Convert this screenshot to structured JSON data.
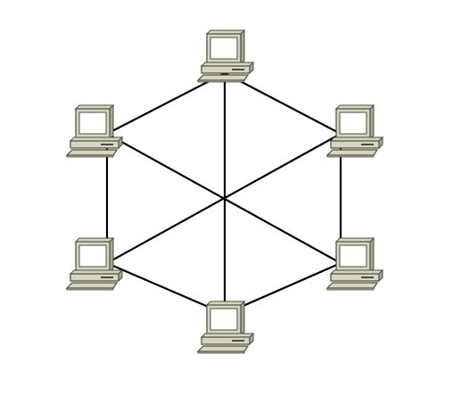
{
  "diagram": {
    "topology": "mesh",
    "node_icon": "desktop-computer-icon",
    "node_count": 6,
    "nodes": [
      {
        "id": "top"
      },
      {
        "id": "upper-right"
      },
      {
        "id": "lower-right"
      },
      {
        "id": "bottom"
      },
      {
        "id": "lower-left"
      },
      {
        "id": "upper-left"
      }
    ],
    "edges": [
      [
        "top",
        "upper-right"
      ],
      [
        "upper-right",
        "lower-right"
      ],
      [
        "lower-right",
        "bottom"
      ],
      [
        "bottom",
        "lower-left"
      ],
      [
        "lower-left",
        "upper-left"
      ],
      [
        "upper-left",
        "top"
      ],
      [
        "top",
        "bottom"
      ],
      [
        "upper-left",
        "lower-right"
      ],
      [
        "upper-right",
        "lower-left"
      ]
    ],
    "colors": {
      "link": "#000000",
      "case_fill": "#d5d5c2",
      "case_shadow": "#a6a693",
      "case_outline": "#4c4c40",
      "screen": "#ffffff",
      "background": "#ffffff"
    }
  }
}
